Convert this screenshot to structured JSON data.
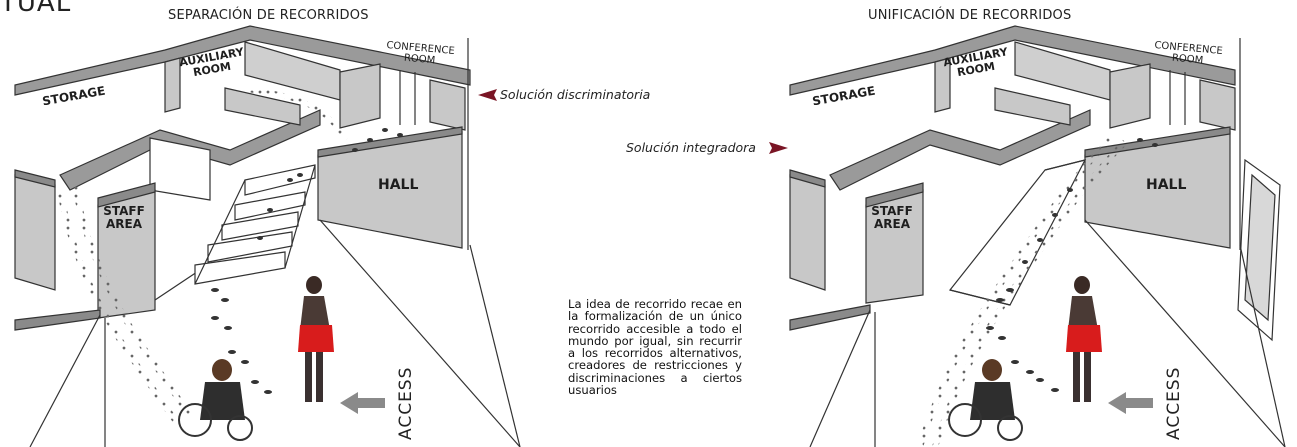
{
  "corner_text": "TUAL",
  "left_panel": {
    "title": "SEPARACIÓN DE RECORRIDOS",
    "rooms": {
      "storage": "STORAGE",
      "auxiliary": "AUXILIARY ROOM",
      "conference": "CONFERENCE ROOM",
      "hall": "HALL",
      "staff": "STAFF AREA"
    },
    "access": "ACCESS"
  },
  "right_panel": {
    "title": "UNIFICACIÓN DE RECORRIDOS",
    "rooms": {
      "storage": "STORAGE",
      "auxiliary": "AUXILIARY ROOM",
      "conference": "CONFERENCE ROOM",
      "hall": "HALL",
      "staff": "STAFF AREA"
    },
    "access": "ACCESS"
  },
  "annotations": {
    "discriminatoria": "Solución discriminatoria",
    "integradora": "Solución integradora"
  },
  "description": "La idea de recorrido recae en la formalización de un único recorrido accesible a todo el mundo por igual, sin recurrir a los recorridos alternativos, creadores de restricciones y discriminaciones a ciertos usuarios",
  "colors": {
    "wall_gray": "#c8c8c8",
    "wall_dark": "#8a8a8a",
    "marker_red": "#7a1525",
    "person_red": "#d81c1c",
    "line": "#333333"
  }
}
